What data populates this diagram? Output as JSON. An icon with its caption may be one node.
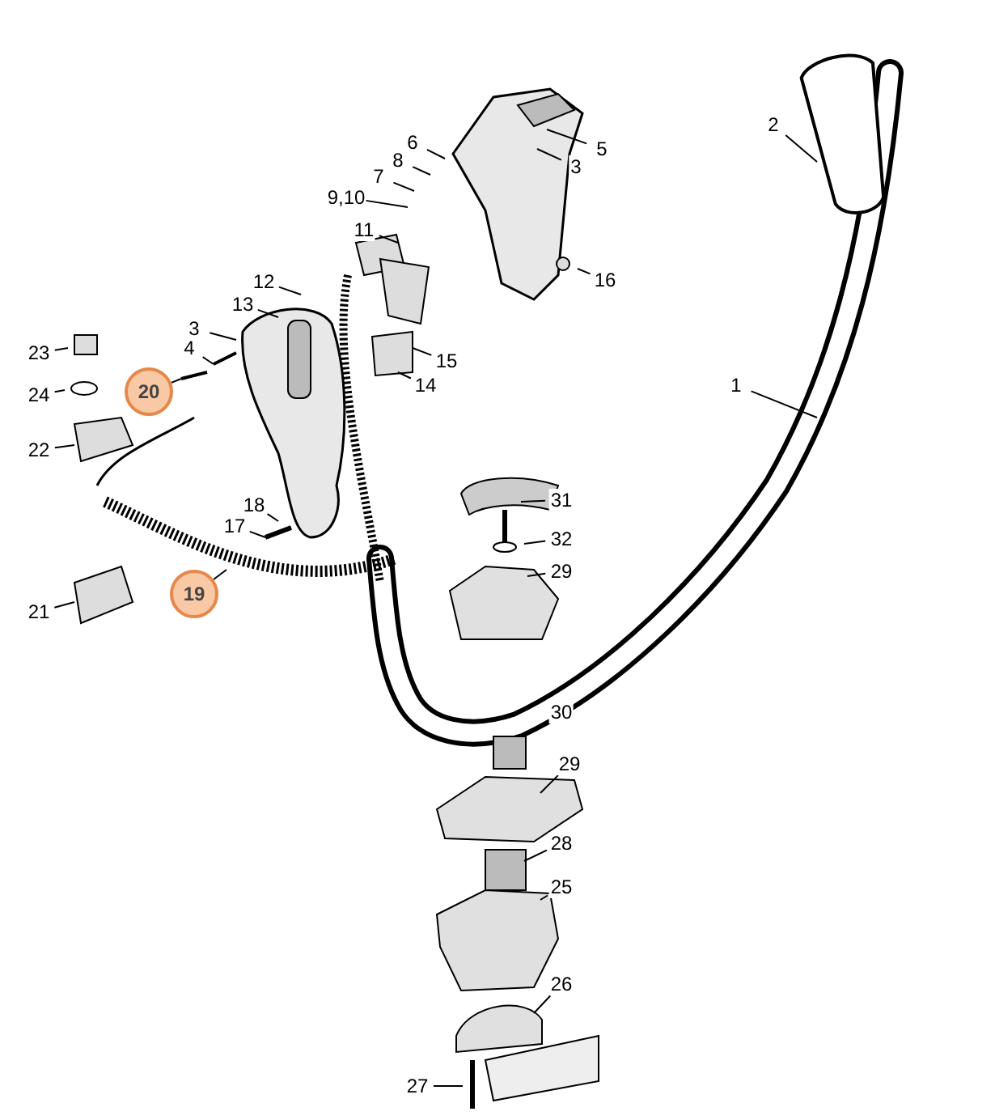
{
  "diagram": {
    "nodes": [
      {
        "text": [
          "2"
        ]
      },
      {
        "text": [
          "5"
        ]
      },
      {
        "text": [
          "6"
        ]
      },
      {
        "text": [
          "3"
        ]
      },
      {
        "text": [
          "8"
        ]
      },
      {
        "text": [
          "7"
        ]
      },
      {
        "text": [
          "9,10"
        ]
      },
      {
        "text": [
          "11"
        ]
      },
      {
        "text": [
          "16"
        ]
      },
      {
        "text": [
          "12"
        ]
      },
      {
        "text": [
          "13"
        ]
      },
      {
        "text": [
          "3"
        ]
      },
      {
        "text": [
          "15"
        ]
      },
      {
        "text": [
          "23"
        ]
      },
      {
        "text": [
          "4"
        ]
      },
      {
        "text": [
          "1"
        ]
      },
      {
        "text": [
          "14"
        ]
      },
      {
        "text": [
          "24"
        ]
      },
      {
        "text": [
          "20"
        ]
      },
      {
        "text": [
          "22"
        ]
      },
      {
        "text": [
          "31"
        ]
      },
      {
        "text": [
          "18"
        ]
      },
      {
        "text": [
          "17"
        ]
      },
      {
        "text": [
          "32"
        ]
      },
      {
        "text": [
          "29"
        ]
      },
      {
        "text": [
          "19"
        ]
      },
      {
        "text": [
          "21"
        ]
      },
      {
        "text": [
          "30"
        ]
      },
      {
        "text": [
          "29"
        ]
      },
      {
        "text": [
          "28"
        ]
      },
      {
        "text": [
          "25"
        ]
      },
      {
        "text": [
          "26"
        ]
      },
      {
        "text": [
          "27"
        ]
      }
    ],
    "edges": [
      {
        "from": 0,
        "to": null,
        "arrow": "none"
      },
      {
        "from": 1,
        "to": null,
        "arrow": "none"
      },
      {
        "from": 2,
        "to": null,
        "arrow": "none"
      },
      {
        "from": 3,
        "to": null,
        "arrow": "none"
      },
      {
        "from": 4,
        "to": null,
        "arrow": "none"
      },
      {
        "from": 5,
        "to": null,
        "arrow": "none"
      },
      {
        "from": 6,
        "to": null,
        "arrow": "none"
      },
      {
        "from": 7,
        "to": null,
        "arrow": "none"
      },
      {
        "from": 8,
        "to": null,
        "arrow": "none"
      },
      {
        "from": 9,
        "to": null,
        "arrow": "none"
      },
      {
        "from": 10,
        "to": null,
        "arrow": "none"
      },
      {
        "from": 11,
        "to": null,
        "arrow": "none"
      },
      {
        "from": 12,
        "to": null,
        "arrow": "none"
      },
      {
        "from": 13,
        "to": null,
        "arrow": "none"
      },
      {
        "from": 14,
        "to": null,
        "arrow": "none"
      },
      {
        "from": 15,
        "to": null,
        "arrow": "none"
      },
      {
        "from": 16,
        "to": null,
        "arrow": "none"
      },
      {
        "from": 17,
        "to": null,
        "arrow": "none"
      },
      {
        "from": 18,
        "to": null,
        "arrow": "none"
      },
      {
        "from": 19,
        "to": null,
        "arrow": "none"
      },
      {
        "from": 20,
        "to": null,
        "arrow": "none"
      },
      {
        "from": 21,
        "to": null,
        "arrow": "none"
      },
      {
        "from": 22,
        "to": null,
        "arrow": "none"
      },
      {
        "from": 23,
        "to": null,
        "arrow": "none"
      },
      {
        "from": 24,
        "to": null,
        "arrow": "none"
      },
      {
        "from": 25,
        "to": null,
        "arrow": "none"
      },
      {
        "from": 26,
        "to": null,
        "arrow": "none"
      },
      {
        "from": 27,
        "to": null,
        "arrow": "none"
      },
      {
        "from": 28,
        "to": null,
        "arrow": "none"
      },
      {
        "from": 29,
        "to": null,
        "arrow": "none"
      },
      {
        "from": 30,
        "to": null,
        "arrow": "none"
      },
      {
        "from": 31,
        "to": null,
        "arrow": "none"
      },
      {
        "from": 32,
        "to": null,
        "arrow": "none"
      }
    ]
  }
}
